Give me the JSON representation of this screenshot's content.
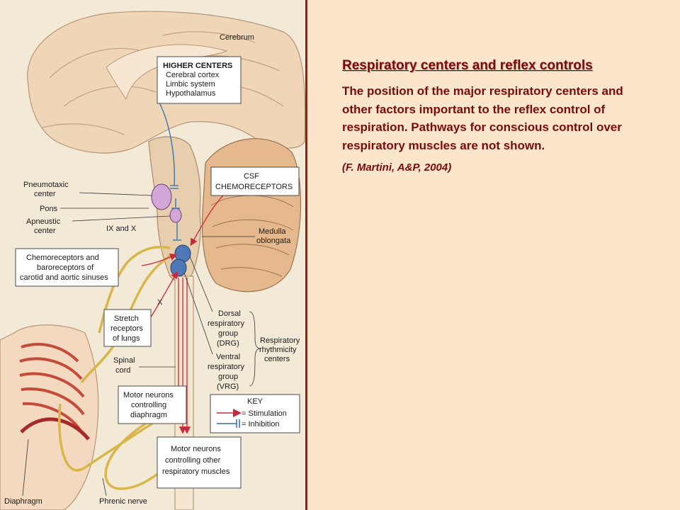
{
  "slide": {
    "title": "Respiratory centers and reflex controls",
    "body": "The position of the major respiratory centers and other factors important to the reflex control of respiration. Pathways for conscious control over respiratory muscles are not shown.",
    "citation": "(F. Martini, A&P, 2004)"
  },
  "figure": {
    "labels": {
      "cerebrum": "Cerebrum",
      "higher_centers_title": "HIGHER CENTERS",
      "higher_centers_1": "Cerebral cortex",
      "higher_centers_2": "Limbic system",
      "higher_centers_3": "Hypothalamus",
      "csf_1": "CSF",
      "csf_2": "CHEMORECEPTORS",
      "pneumotaxic_1": "Pneumotaxic",
      "pneumotaxic_2": "center",
      "pons": "Pons",
      "apneustic_1": "Apneustic",
      "apneustic_2": "center",
      "ix_and_x": "IX and X",
      "medulla_1": "Medulla",
      "medulla_2": "oblongata",
      "chemo_1": "Chemoreceptors and",
      "chemo_2": "baroreceptors of",
      "chemo_3": "carotid and aortic sinuses",
      "x": "X",
      "stretch_1": "Stretch",
      "stretch_2": "receptors",
      "stretch_3": "of lungs",
      "drg_1": "Dorsal",
      "drg_2": "respiratory",
      "drg_3": "group",
      "drg_4": "(DRG)",
      "rrc_1": "Respiratory",
      "rrc_2": "rhythmicity",
      "rrc_3": "centers",
      "spinal_1": "Spinal",
      "spinal_2": "cord",
      "vrg_1": "Ventral",
      "vrg_2": "respiratory",
      "vrg_3": "group",
      "vrg_4": "(VRG)",
      "motor_diaphragm_1": "Motor neurons",
      "motor_diaphragm_2": "controlling",
      "motor_diaphragm_3": "diaphragm",
      "key_title": "KEY",
      "key_stimulation": "= Stimulation",
      "key_inhibition": "= Inhibition",
      "motor_other_1": "Motor neurons",
      "motor_other_2": "controlling other",
      "motor_other_3": "respiratory muscles",
      "diaphragm": "Diaphragm",
      "phrenic": "Phrenic nerve"
    },
    "colors": {
      "stimulation": "#c8283c",
      "inhibition": "#2b6fb0",
      "title_text": "#7a0b0b",
      "divider": "#a11a12"
    }
  }
}
